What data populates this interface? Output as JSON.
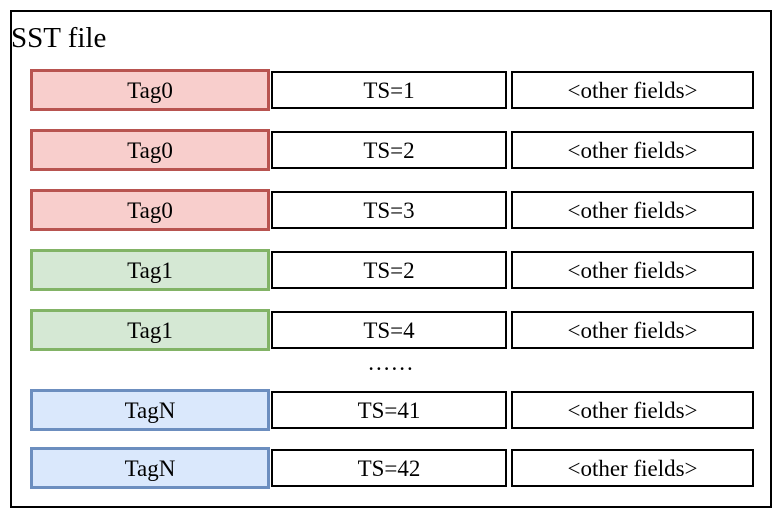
{
  "diagram": {
    "title": "SST file",
    "ellipsis": "......",
    "colors": {
      "red": {
        "fill": "#f8cecc",
        "stroke": "#b85450"
      },
      "green": {
        "fill": "#d5e8d4",
        "stroke": "#82b366"
      },
      "blue": {
        "fill": "#dae8fc",
        "stroke": "#6c8ebf"
      }
    },
    "rows": [
      {
        "tag": "Tag0",
        "ts": "TS=1",
        "other": "<other fields>",
        "color": "red"
      },
      {
        "tag": "Tag0",
        "ts": "TS=2",
        "other": "<other fields>",
        "color": "red"
      },
      {
        "tag": "Tag0",
        "ts": "TS=3",
        "other": "<other fields>",
        "color": "red"
      },
      {
        "tag": "Tag1",
        "ts": "TS=2",
        "other": "<other fields>",
        "color": "green"
      },
      {
        "tag": "Tag1",
        "ts": "TS=4",
        "other": "<other fields>",
        "color": "green"
      },
      {
        "tag": "TagN",
        "ts": "TS=41",
        "other": "<other fields>",
        "color": "blue"
      },
      {
        "tag": "TagN",
        "ts": "TS=42",
        "other": "<other fields>",
        "color": "blue"
      }
    ],
    "ellipsis_after_row_index": 4
  }
}
